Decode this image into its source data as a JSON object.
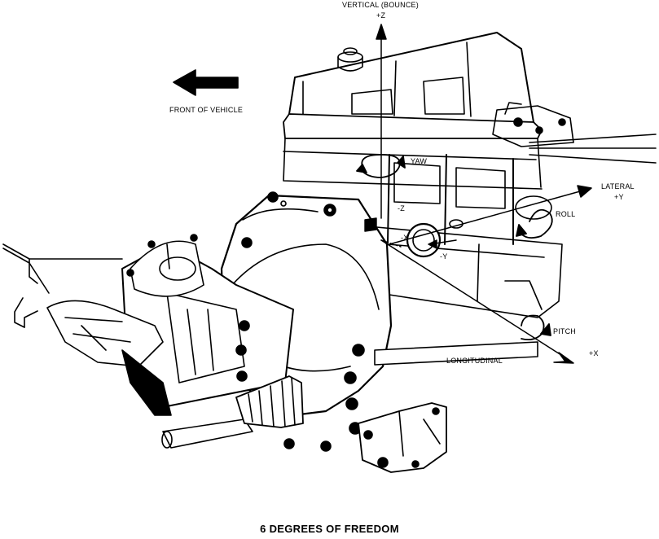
{
  "labels": {
    "vertical": "VERTICAL (BOUNCE)",
    "plus_z": "+Z",
    "front": "FRONT OF VEHICLE",
    "yaw": "YAW",
    "minus_z": "-Z",
    "minus_x": "-X",
    "minus_y": "-Y",
    "lateral": "LATERAL",
    "plus_y": "+Y",
    "roll": "ROLL",
    "pitch": "PITCH",
    "longitudinal": "LONGITUDINAL",
    "plus_x": "+X"
  },
  "caption": "6 DEGREES OF FREEDOM",
  "colors": {
    "ink": "#000000",
    "paper": "#ffffff"
  }
}
